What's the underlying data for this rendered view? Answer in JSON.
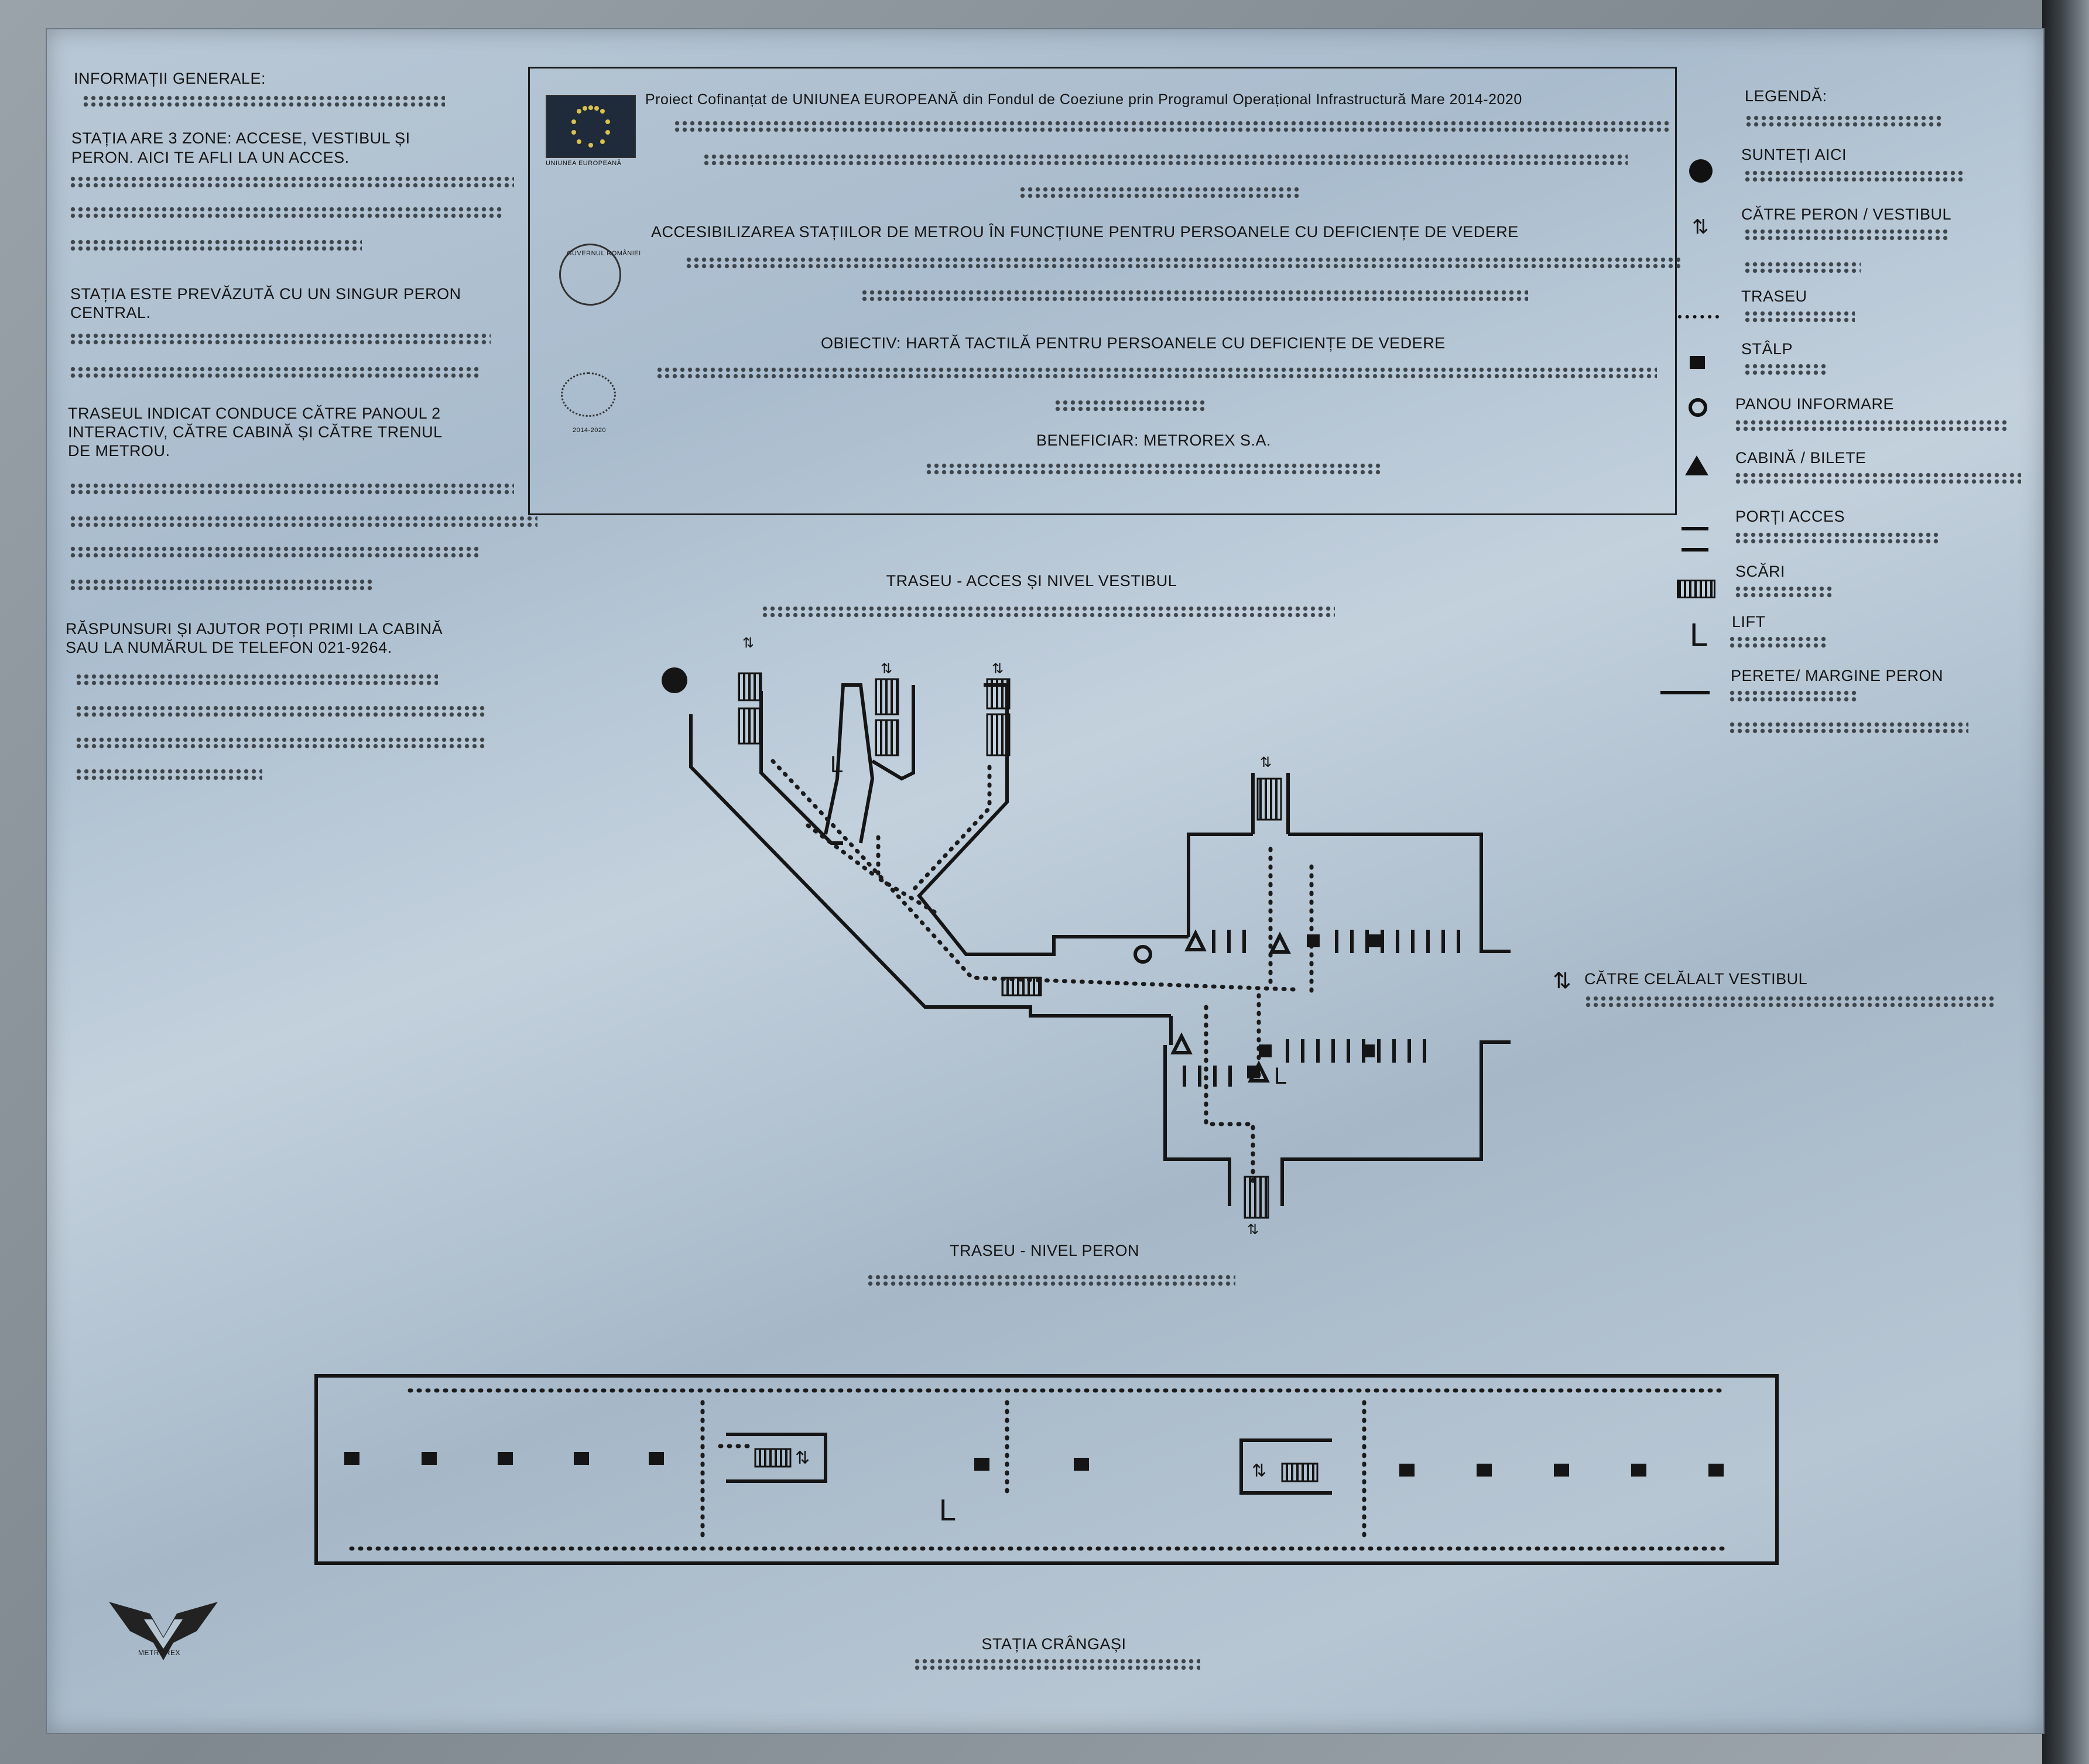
{
  "left_panel": {
    "heading": "INFORMAȚII GENERALE:",
    "para1": [
      "STAȚIA ARE 3 ZONE: ACCESE, VESTIBUL ȘI",
      "PERON. AICI TE AFLI LA UN ACCES."
    ],
    "para2": [
      "STAȚIA ESTE PREVĂZUTĂ CU UN SINGUR PERON",
      "CENTRAL."
    ],
    "para3": [
      "TRASEUL INDICAT  CONDUCE CĂTRE PANOUL 2",
      "INTERACTIV, CĂTRE CABINĂ  ȘI CĂTRE TRENUL",
      "DE METROU."
    ],
    "para4": [
      "RĂSPUNSURI ȘI AJUTOR POȚI PRIMI LA CABINĂ",
      "SAU LA NUMĂRUL DE TELEFON 021-9264."
    ]
  },
  "header_box": {
    "project": "Proiect Cofinanțat de UNIUNEA EUROPEANĂ din Fondul de Coeziune prin Programul Operațional Infrastructură Mare 2014-2020",
    "eu_caption": "UNIUNEA EUROPEANĂ",
    "gov_caption": "GUVERNUL ROMÂNIEI",
    "poim_caption": "2014-2020",
    "title": "ACCESIBILIZAREA STAȚIILOR DE METROU ÎN FUNCȚIUNE PENTRU PERSOANELE CU DEFICIENȚE DE VEDERE",
    "objective": "OBIECTIV: HARTĂ TACTILĂ PENTRU PERSOANELE CU DEFICIENȚE DE VEDERE",
    "beneficiary": "BENEFICIAR: METROREX S.A."
  },
  "legend": {
    "title": "LEGENDĂ:",
    "items": [
      {
        "label": "SUNTEȚI AICI",
        "icon": "you-are-here-icon"
      },
      {
        "label": "CĂTRE PERON / VESTIBUL",
        "icon": "up-down-arrows-icon"
      },
      {
        "label": "TRASEU",
        "icon": "route-dots-icon"
      },
      {
        "label": "STÂLP",
        "icon": "pillar-icon"
      },
      {
        "label": "PANOU  INFORMARE",
        "icon": "info-panel-icon"
      },
      {
        "label": "CABINĂ / BILETE",
        "icon": "ticket-booth-icon"
      },
      {
        "label": "PORȚI ACCES",
        "icon": "access-gate-icon"
      },
      {
        "label": "SCĂRI",
        "icon": "stairs-icon"
      },
      {
        "label": "LIFT",
        "icon": "lift-icon"
      },
      {
        "label": "PERETE/ MARGINE PERON",
        "icon": "wall-line-icon"
      }
    ]
  },
  "map": {
    "access_title": "TRASEU - ACCES ȘI NIVEL VESTIBUL",
    "other_vestibule": "CĂTRE CELĂLALT VESTIBUL",
    "lift_letter": "L",
    "platform_title": "TRASEU - NIVEL PERON"
  },
  "footer": {
    "station": "STAȚIA CRÂNGAȘI",
    "logo_caption": "METROREX"
  },
  "colors": {
    "plate": "#b5c5d3",
    "engraving": "#141414"
  }
}
